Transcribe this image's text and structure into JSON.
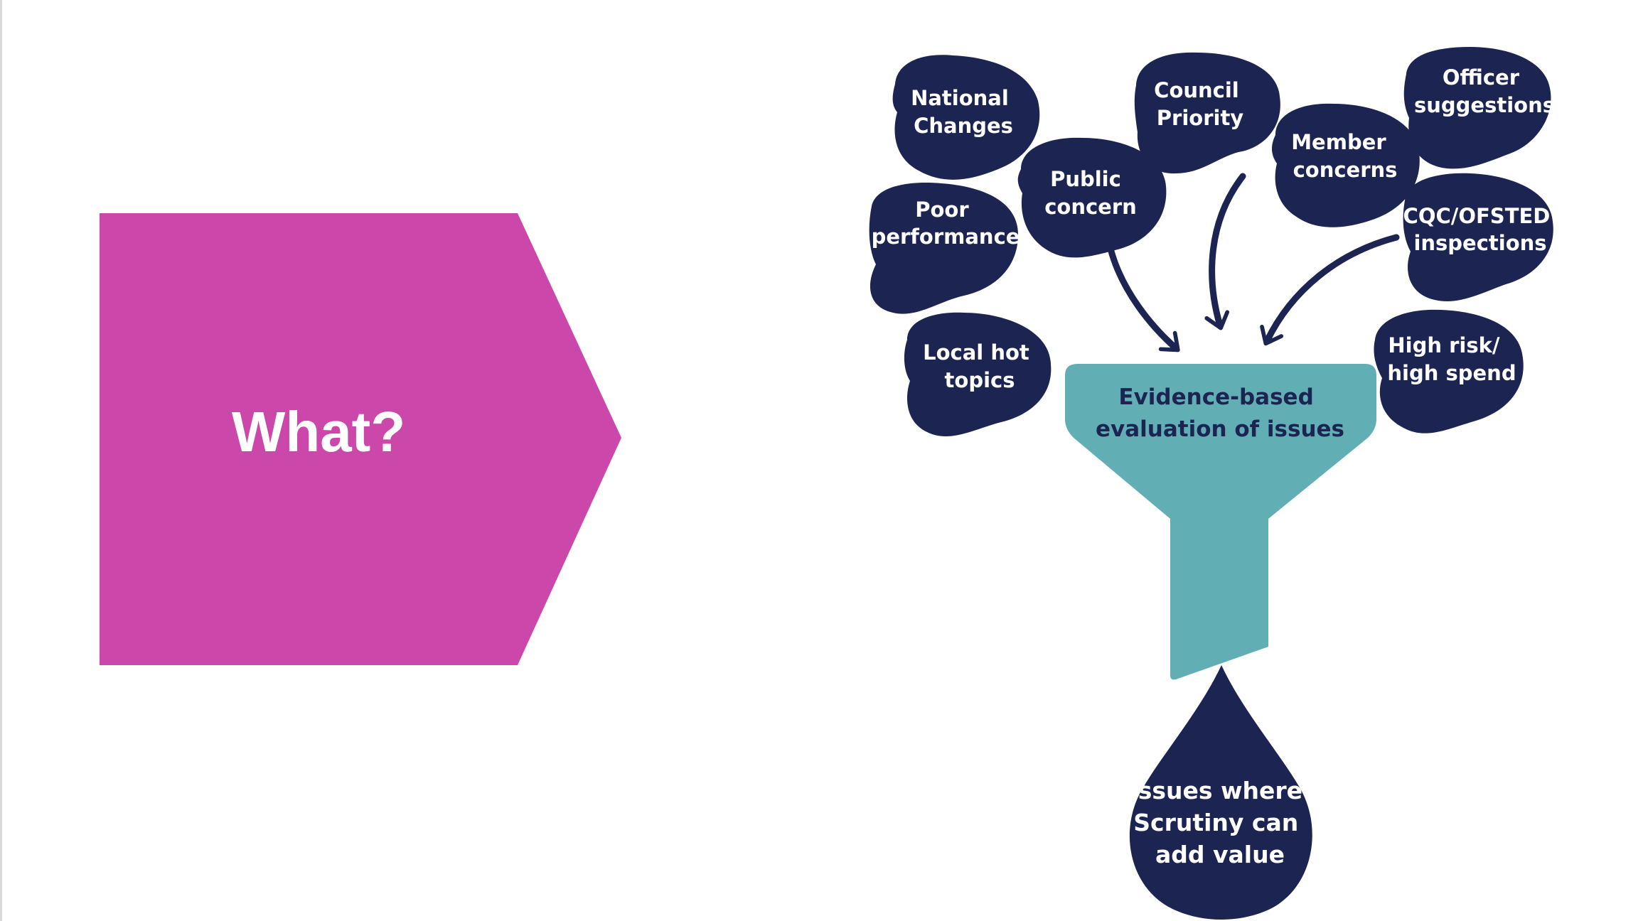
{
  "colors": {
    "arrow_shape": "#cc47aa",
    "bubble": "#1c2551",
    "funnel": "#61afb5",
    "heading_text": "#ffffff"
  },
  "heading": "What?",
  "bubbles": [
    {
      "id": "national-changes",
      "lines": [
        "National",
        "Changes"
      ]
    },
    {
      "id": "council-priority",
      "lines": [
        "Council",
        "Priority"
      ]
    },
    {
      "id": "officer-suggestions",
      "lines": [
        "Officer",
        "suggestions"
      ]
    },
    {
      "id": "member-concerns",
      "lines": [
        "Member",
        "concerns"
      ]
    },
    {
      "id": "public-concern",
      "lines": [
        "Public",
        "concern"
      ]
    },
    {
      "id": "poor-performance",
      "lines": [
        "Poor",
        "performance"
      ]
    },
    {
      "id": "cqc-ofsted",
      "lines": [
        "CQC/OFSTED",
        "inspections"
      ]
    },
    {
      "id": "local-hot-topics",
      "lines": [
        "Local hot",
        "topics"
      ]
    },
    {
      "id": "high-risk",
      "lines": [
        "High risk/",
        "high spend"
      ]
    }
  ],
  "funnel": {
    "lines": [
      "Evidence-based",
      "evaluation of issues"
    ]
  },
  "drop": {
    "lines": [
      "Issues where",
      "Scrutiny can",
      "add value"
    ]
  }
}
